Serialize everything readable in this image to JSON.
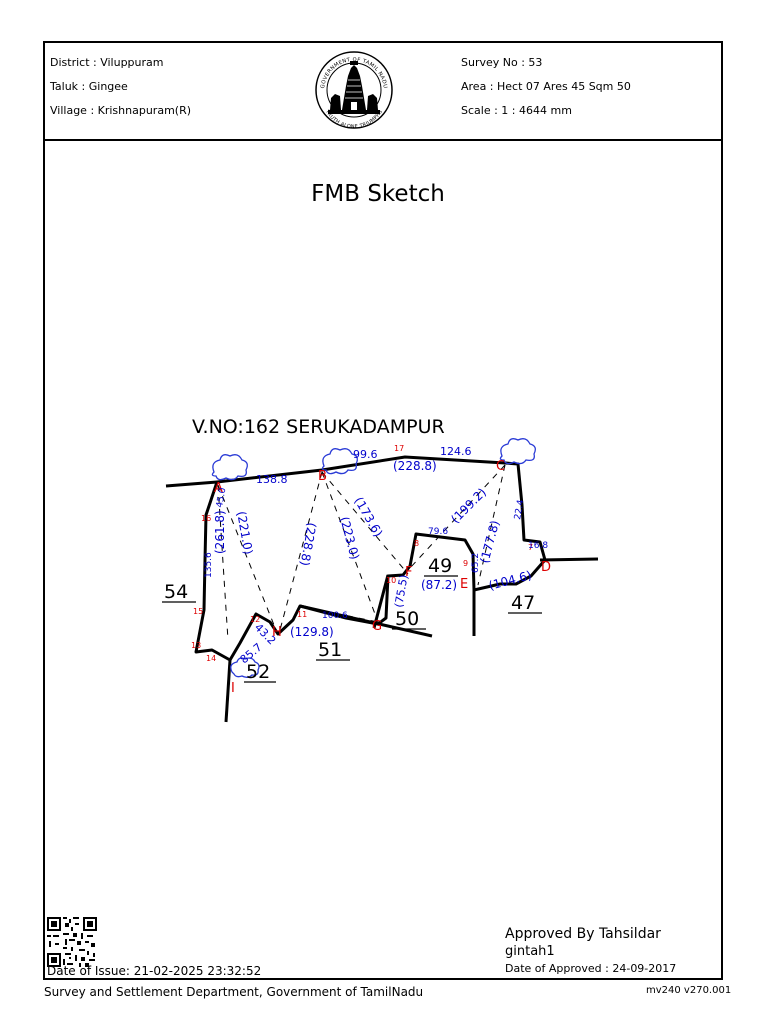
{
  "header": {
    "district": "District : Viluppuram",
    "taluk": "Taluk : Gingee",
    "village": "Village : Krishnapuram(R)",
    "survey_no": "Survey No : 53",
    "area": "Area : Hect 07 Ares 45 Sqm 50",
    "scale": "Scale : 1 : 4644 mm",
    "emblem_top_text": "GOVERNMENT OF TAMIL NADU",
    "emblem_motto": "TRUTH ALONE TRIUMPHS"
  },
  "title": "FMB Sketch",
  "sketch": {
    "village_label": "V.NO:162 SERUKADAMPUR",
    "neighbor_surveys": [
      "54",
      "52",
      "51",
      "50",
      "49",
      "47"
    ],
    "station_letters": [
      "A",
      "B",
      "C",
      "D",
      "E",
      "F",
      "G",
      "H",
      "I"
    ],
    "blue_measurements": [
      "138.8",
      "99.6",
      "124.6",
      "(228.8)",
      "(221.0)",
      "(261.8)",
      "(228.8)",
      "(223.0)",
      "(173.6)",
      "(199.2)",
      "(177.8)",
      "(129.8)",
      "(87.2)",
      "(104.6)",
      "(75.5)",
      "135.6",
      "45.0",
      "43.2",
      "85.7",
      "100.6",
      "79.6",
      "22.4",
      "16.8",
      "65.2"
    ],
    "red_points": [
      "17",
      "16",
      "15",
      "14",
      "13",
      "12",
      "11",
      "10",
      "9",
      "8",
      "7"
    ]
  },
  "footer": {
    "date_of_issue": "Date of Issue: 21-02-2025 23:32:52",
    "approved_by": "Approved By Tahsildar",
    "approver": "gintah1",
    "date_of_approved": "Date of Approved : 24-09-2017",
    "department": "Survey and Settlement Department, Government of TamilNadu",
    "version": "mv240 v270.001"
  },
  "colors": {
    "line": "#000000",
    "measure": "#0000cc",
    "point": "#dd0000"
  }
}
